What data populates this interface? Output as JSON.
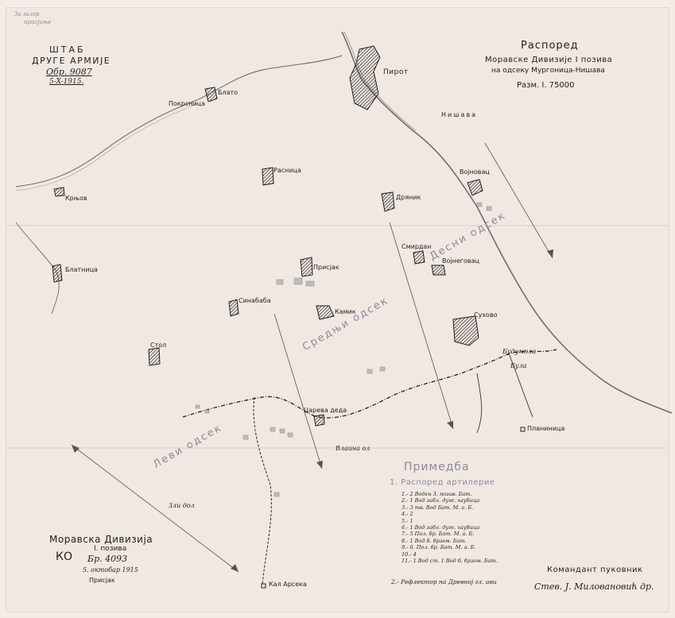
{
  "corner_note": [
    "Зa зaлгр",
    "прuсјuње"
  ],
  "header": {
    "line1": "ШТАБ",
    "line2": "ДРУГЕ АРМИЈЕ",
    "line3": "Обр. 9087",
    "line4": "5-X-1915."
  },
  "title": {
    "line1": "Распоред",
    "line2": "Моравске Дивизије I позива",
    "line3": "на одсеку Мургоница-Нишава",
    "scale": "Разм. I. 75000"
  },
  "places": {
    "pirot": "Пирот",
    "blato": "Блато",
    "pokrsnica": "Покрсница",
    "nisava": "Нишава",
    "vojnovac": "Војновац",
    "rasnica": "Расница",
    "dryanik": "Дряник",
    "krnjov": "Крњов",
    "blatnica": "Блатница",
    "prisjak": "Присјак",
    "smirdan": "Смирдан",
    "vojnegovac": "Војнеговац",
    "sinababa": "Синабаба",
    "kamik": "Камик",
    "sukovo": "Сухово",
    "stol": "Стол",
    "careva_dedina": "Царева деда",
    "bula": "Була",
    "planinica": "Планиница",
    "kalarseka": "Кал Арсека",
    "zlogr": "Зли дол",
    "budumpla": "Будумпла",
    "vlaina": "Влаина ол"
  },
  "sectors": {
    "left": "Леви одсек",
    "middle": "Средњи одсек",
    "right": "Десни одсек"
  },
  "notes": {
    "title": "Примедба",
    "subtitle": "1. Распоред артилерие",
    "rows": [
      "1.- 2 Воден 3. позив. Бат.",
      "2.- 1 Вод забл. дуге. хаубица",
      "3.- 3 тв. Вод Бат. М. а. Б.",
      "4.- 2",
      "5.- 1",
      "6.- 1 Вод забл. дуге. хаубица",
      "7.- 5 Пол. бр. Бат. М. а. Б.",
      "8.- 1 Вод б. брзом. Бат.",
      "9.- 6. Пол. бр. Бат. М. а. Б.",
      "10.- 4",
      "11.- 1 Вод ст. 1 Вод б. брзом. Бат."
    ],
    "footer": "2.- Рефлектор на Древној гл. ави"
  },
  "stamp": {
    "line1": "Моравска Дивизија",
    "line2": "I. позива",
    "line3": "КО",
    "line4": "Бр. 4093",
    "line5": "5. октобар 1915",
    "line6": "Присјак"
  },
  "signature": {
    "line1": "Командант пуковник",
    "line2": "Стев. Ј. Миловановић др."
  },
  "colors": {
    "paper": "#f1e8e2",
    "ink": "#1f1f1f",
    "pencil": "#8a8a9a",
    "river": "#7a7a7a"
  }
}
